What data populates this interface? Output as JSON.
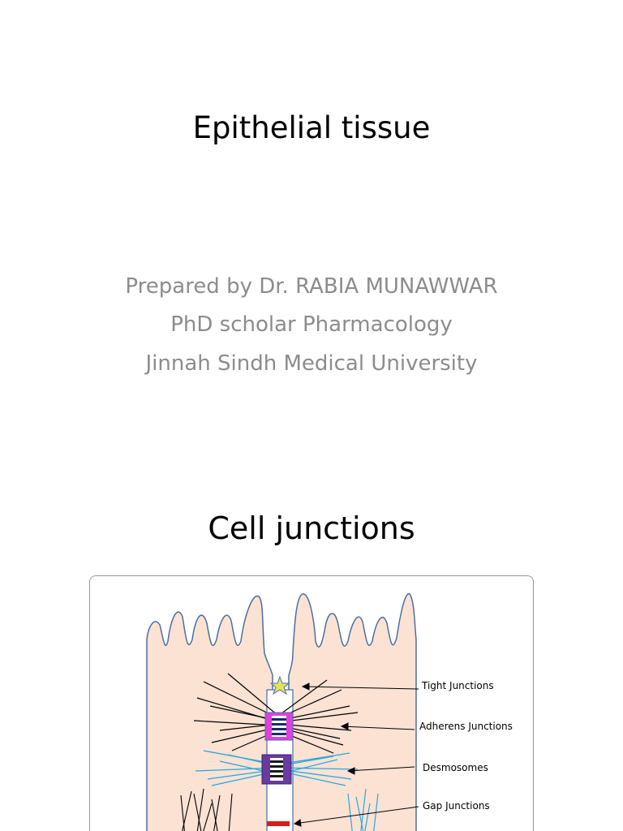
{
  "slide1": {
    "title": "Epithelial tissue",
    "subtitle_lines": [
      "Prepared by  Dr. RABIA MUNAWWAR",
      "PhD scholar Pharmacology",
      "Jinnah Sindh Medical University"
    ]
  },
  "slide2": {
    "title": "Cell junctions",
    "diagram": {
      "labels": {
        "tight": "Tight Junctions",
        "adherens": "Adherens Junctions",
        "desmosomes": "Desmosomes",
        "gap": "Gap Junctions"
      },
      "colors": {
        "cytoplasm": "#fbe2d3",
        "membrane": "#4a6fa5",
        "tight_junction": "#e6e35a",
        "adherens": "#e040e0",
        "desmosome": "#6a3aa0",
        "gap_junction": "#d81b1b",
        "actin_filaments": "#000000",
        "intermediate_filaments": "#28a8e0"
      }
    }
  }
}
